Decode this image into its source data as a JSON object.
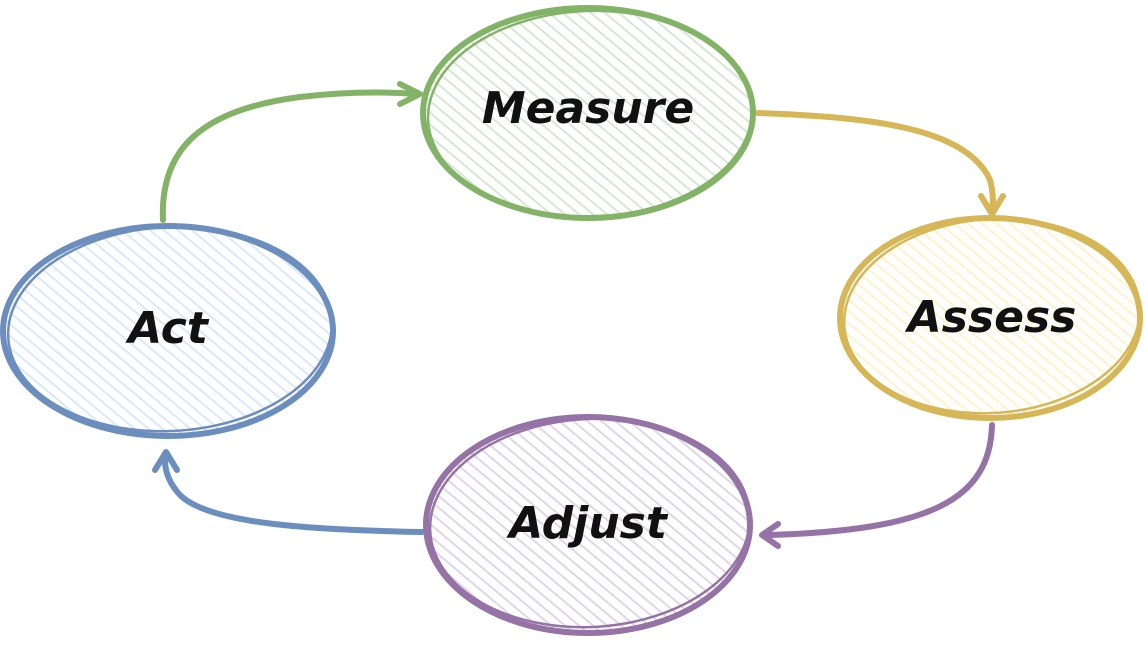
{
  "diagram": {
    "nodes": [
      {
        "id": "measure",
        "label": "Measure",
        "stroke": "#82b366",
        "fill": "#d5e8d4"
      },
      {
        "id": "assess",
        "label": "Assess",
        "stroke": "#d6b656",
        "fill": "#fff2cc"
      },
      {
        "id": "adjust",
        "label": "Adjust",
        "stroke": "#9673a6",
        "fill": "#e1d5e7"
      },
      {
        "id": "act",
        "label": "Act",
        "stroke": "#6c8ebf",
        "fill": "#dae8fc"
      }
    ],
    "edges": [
      {
        "from": "act",
        "to": "measure",
        "color": "#82b366"
      },
      {
        "from": "measure",
        "to": "assess",
        "color": "#d6b656"
      },
      {
        "from": "assess",
        "to": "adjust",
        "color": "#9673a6"
      },
      {
        "from": "adjust",
        "to": "act",
        "color": "#6c8ebf"
      }
    ]
  }
}
